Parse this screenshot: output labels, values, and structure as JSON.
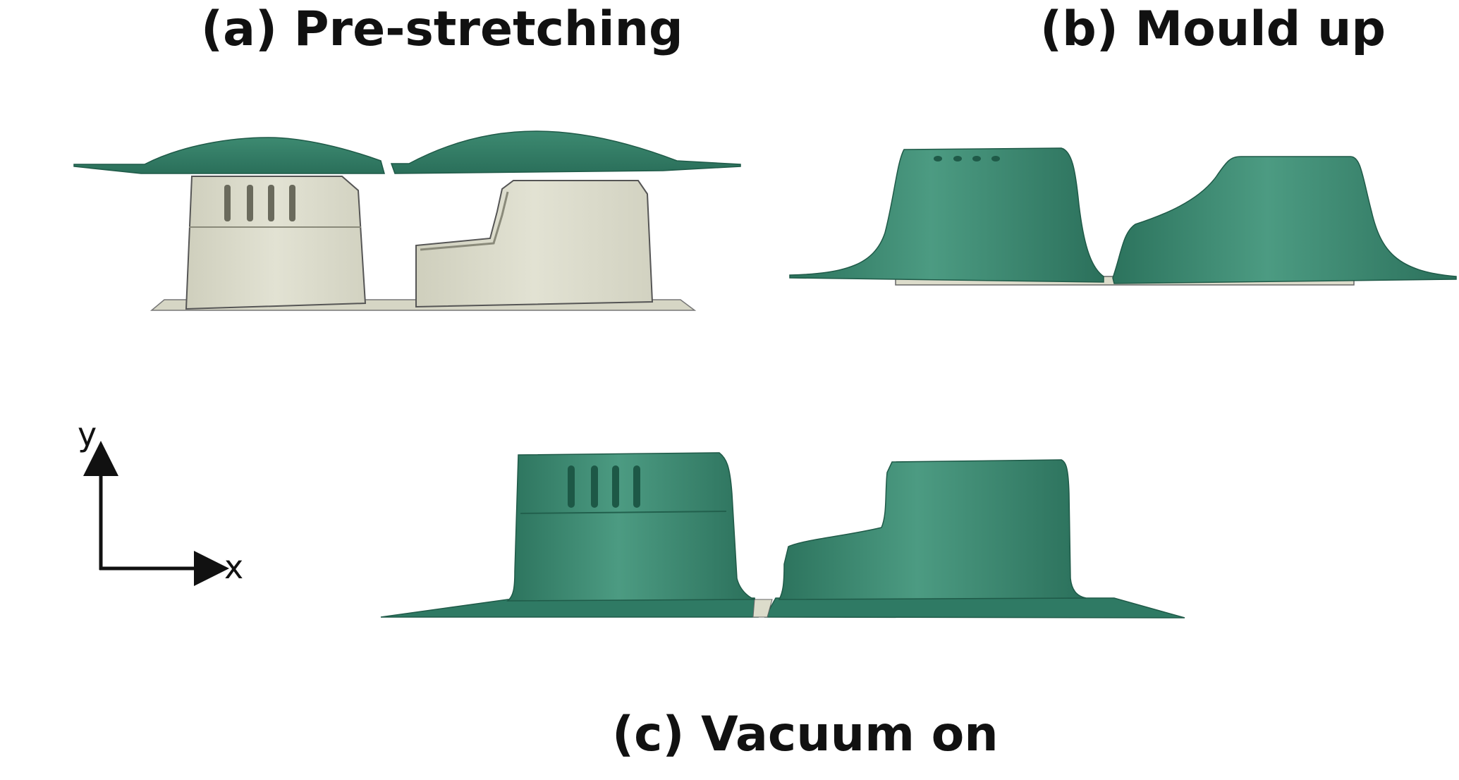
{
  "titles": {
    "a": "(a) Pre-stretching",
    "b": "(b) Mould up",
    "c": "(c) Vacuum on"
  },
  "axes": {
    "y": "y",
    "x": "x"
  },
  "colors": {
    "sheet": "#2f7a64",
    "sheet_light": "#4a9a80",
    "sheet_dark": "#1f5a48",
    "mould": "#dcdccb",
    "mould_edge": "#6e6e60",
    "axis": "#111111"
  }
}
